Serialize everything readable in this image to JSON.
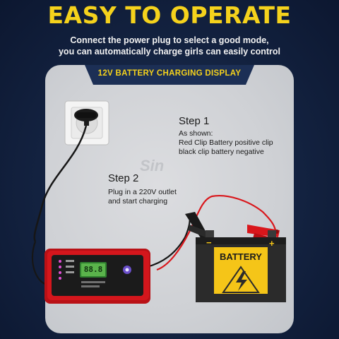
{
  "headline": "EASY TO OPERATE",
  "subheadline": {
    "line1": "Connect the power plug to select a good mode,",
    "line2": "you can automatically charge girls can easily control"
  },
  "banner": "12V BATTERY CHARGING DISPLAY",
  "step1": {
    "title": "Step 1",
    "lines": [
      "As shown:",
      "Red Clip Battery positive clip",
      "black clip battery negative"
    ]
  },
  "step2": {
    "title": "Step 2",
    "lines": [
      "Plug in a 220V outlet",
      "and start charging"
    ]
  },
  "battery": {
    "label": "BATTERY",
    "plus": "+",
    "minus": "−"
  },
  "charger": {
    "display_value": "88.8"
  },
  "watermark": "Sin",
  "colors": {
    "background": "#132240",
    "headline": "#f5d21c",
    "panel": "#d3d5d9",
    "banner": "#1c2f55",
    "charger_body": "#d4161c",
    "battery_body": "#2b2b2b",
    "battery_label": "#f5c518",
    "red_wire": "#d9161b"
  },
  "icons": [
    "wall-socket-icon",
    "power-plug-icon",
    "high-voltage-icon",
    "alligator-clip-icon"
  ]
}
